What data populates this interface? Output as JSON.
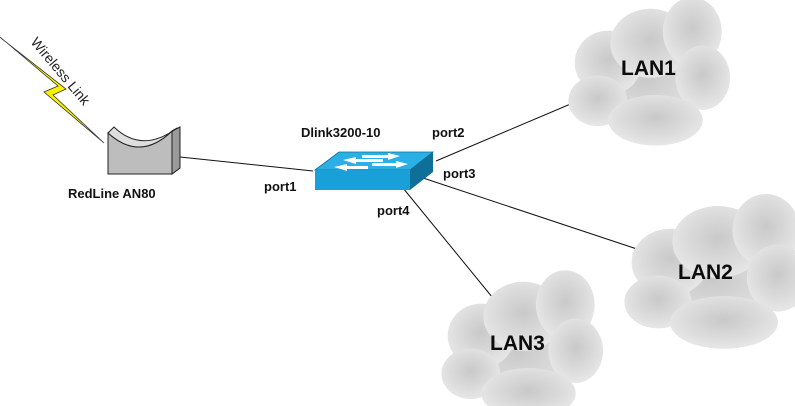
{
  "diagram": {
    "type": "network-topology",
    "wireless_link": {
      "label": "Wireless Link",
      "color": "#f7f000"
    },
    "devices": {
      "antenna": {
        "label": "RedLine AN80",
        "kind": "wireless-antenna",
        "color": "#c0c0c0"
      },
      "switch": {
        "label": "Dlink3200-10",
        "kind": "network-switch",
        "color": "#1aa3dc"
      }
    },
    "ports": [
      {
        "id": "port1",
        "label": "port1",
        "connects": "RedLine AN80"
      },
      {
        "id": "port2",
        "label": "port2",
        "connects": "LAN1"
      },
      {
        "id": "port3",
        "label": "port3",
        "connects": "LAN2"
      },
      {
        "id": "port4",
        "label": "port4",
        "connects": "LAN3"
      }
    ],
    "networks": [
      {
        "id": "lan1",
        "label": "LAN1"
      },
      {
        "id": "lan2",
        "label": "LAN2"
      },
      {
        "id": "lan3",
        "label": "LAN3"
      }
    ]
  }
}
